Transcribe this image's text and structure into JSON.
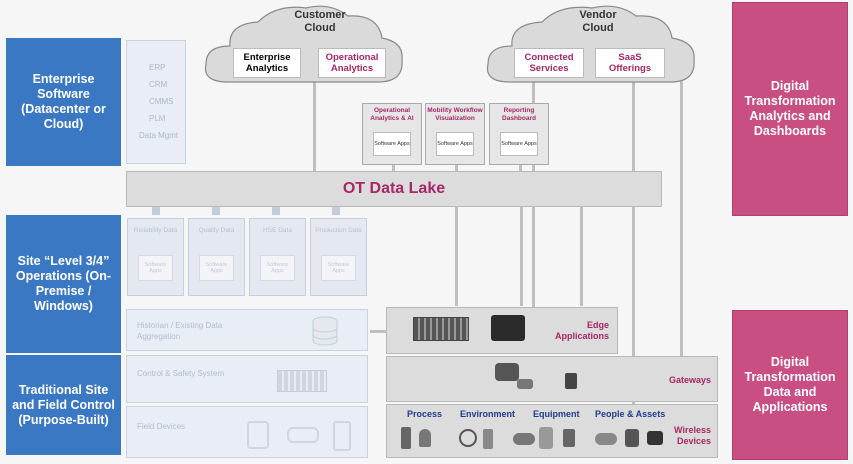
{
  "left": {
    "enterprise": "Enterprise Software (Datacenter or Cloud)",
    "site": "Site “Level 3/4” Operations (On-Premise / Windows)",
    "traditional": "Traditional Site and Field Control (Purpose-Built)"
  },
  "enterprise_list": [
    "ERP",
    "CRM",
    "CMMS",
    "PLM",
    "Data Mgmt"
  ],
  "right": {
    "analytics": "Digital Transformation Analytics and Dashboards",
    "data": "Digital Transformation Data and Applications"
  },
  "customer_cloud": {
    "title": "Customer Cloud",
    "items": [
      "Enterprise Analytics",
      "Operational Analytics"
    ]
  },
  "vendor_cloud": {
    "title": "Vendor Cloud",
    "items": [
      "Connected Services",
      "SaaS Offerings"
    ]
  },
  "top_apps": [
    {
      "title": "Operational Analytics & AI",
      "inner": "Software Apps"
    },
    {
      "title": "Mobility Workflow Visualization",
      "inner": "Software Apps"
    },
    {
      "title": "Reporting Dashboard",
      "inner": "Software Apps"
    }
  ],
  "ot_data_lake": "OT Data Lake",
  "site_apps": [
    {
      "title": "Reliability Data",
      "inner": "Software Apps"
    },
    {
      "title": "Quality Data",
      "inner": "Software Apps"
    },
    {
      "title": "HSE Data",
      "inner": "Software Apps"
    },
    {
      "title": "Production Data",
      "inner": "Software Apps"
    }
  ],
  "historian": "Historian / Existing Data Aggregation",
  "control": "Control & Safety System",
  "field": "Field Devices",
  "edge": "Edge Applications",
  "gateways": "Gateways",
  "wireless": "Wireless Devices",
  "device_categories": [
    "Process",
    "Environment",
    "Equipment",
    "People & Assets"
  ],
  "colors": {
    "blue": "#3b78c4",
    "pink": "#c94f83",
    "magenta_text": "#a62766",
    "navy_text": "#1f3c88"
  }
}
